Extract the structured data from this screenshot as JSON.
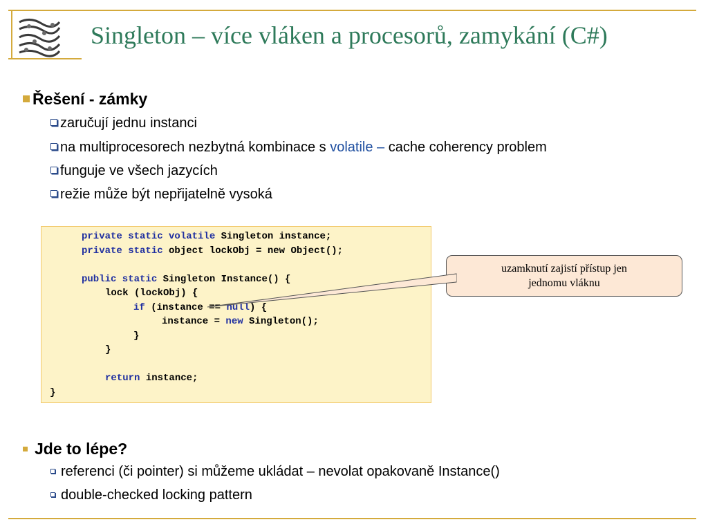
{
  "slide": {
    "title": "Singleton – více vláken a procesorů, zamykání (C#)",
    "logo_icon": "spiral-birds-logo-icon",
    "accent_color": "#d4aa3c",
    "title_color": "#2e7a5a"
  },
  "section1": {
    "heading": "Řešení - zámky",
    "items": [
      {
        "text": "zaručují jednu instanci"
      },
      {
        "prefix": "na multiprocesorech nezbytná kombinace s ",
        "highlight": "volatile –",
        "suffix": " cache coherency problem"
      },
      {
        "text": "funguje ve všech jazycích"
      },
      {
        "text": "režie může být nepřijatelně vysoká"
      }
    ]
  },
  "code": {
    "lines": [
      [
        {
          "t": "private static volatile ",
          "k": true
        },
        {
          "t": "Singleton instance;"
        }
      ],
      [
        {
          "t": "private static ",
          "k": true
        },
        {
          "t": "object lockObj = new Object();"
        }
      ],
      [],
      [
        {
          "t": "public static ",
          "k": true
        },
        {
          "t": "Singleton Instance() {"
        }
      ],
      [
        {
          "t": "lock (lockObj) {"
        }
      ],
      [
        {
          "t": "if",
          "k": true
        },
        {
          "t": " (instance == "
        },
        {
          "t": "null",
          "k": true
        },
        {
          "t": ") {"
        }
      ],
      [
        {
          "t": "instance = "
        },
        {
          "t": "new",
          "k": true
        },
        {
          "t": " Singleton();"
        }
      ],
      [
        {
          "t": "}"
        }
      ],
      [
        {
          "t": "}"
        }
      ],
      [],
      [
        {
          "t": "return",
          "k": true
        },
        {
          "t": " instance;"
        }
      ],
      [
        {
          "t": "}"
        }
      ]
    ]
  },
  "callout": {
    "line1": "uzamknutí zajistí přístup jen",
    "line2": "jednomu vláknu"
  },
  "section2": {
    "heading": "Jde to lépe?",
    "items": [
      {
        "text": "referenci (či pointer) si můžeme ukládat – nevolat opakovaně Instance()"
      },
      {
        "text": "double-checked locking pattern"
      }
    ]
  }
}
